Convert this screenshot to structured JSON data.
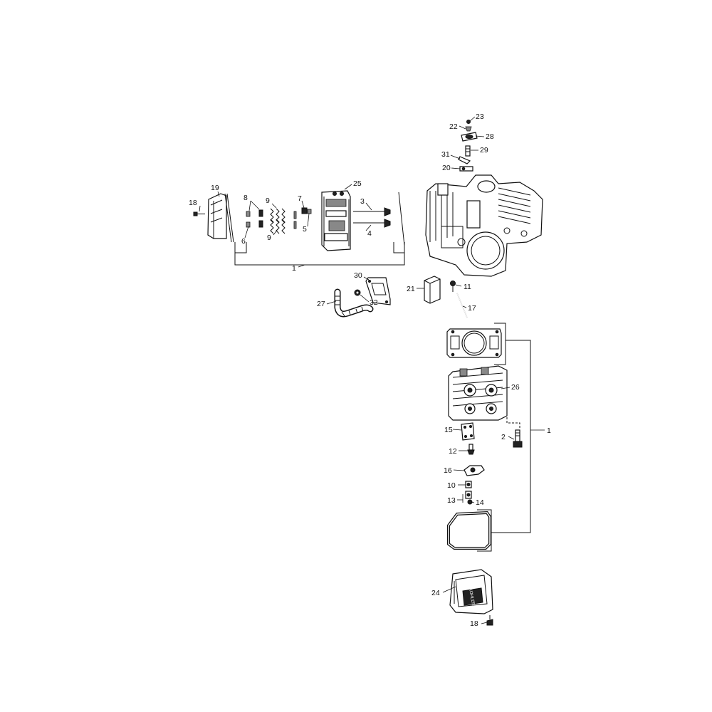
{
  "callouts": {
    "c1a": "1",
    "c1b": "1",
    "c2": "2",
    "c3": "3",
    "c4": "4",
    "c5": "5",
    "c6": "6",
    "c7": "7",
    "c8": "8",
    "c9a": "9",
    "c9b": "9",
    "c10": "10",
    "c11": "11",
    "c12": "12",
    "c13": "13",
    "c14": "14",
    "c15": "15",
    "c16": "16",
    "c17": "17",
    "c18a": "18",
    "c18b": "18",
    "c19": "19",
    "c20": "20",
    "c21": "21",
    "c22": "22",
    "c23": "23",
    "c24": "24",
    "c25": "25",
    "c26": "26",
    "c27": "27",
    "c28": "28",
    "c29": "29",
    "c30": "30",
    "c31": "31",
    "c32": "32"
  },
  "cover_emblem": "KOHLER"
}
